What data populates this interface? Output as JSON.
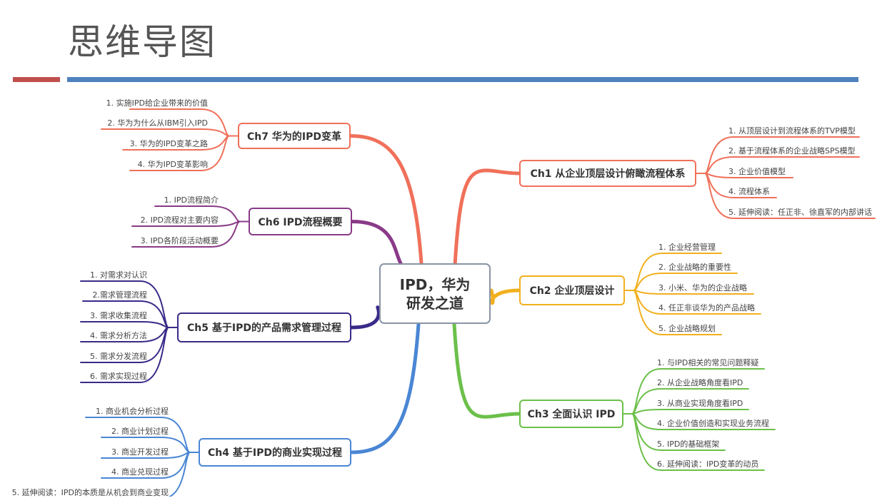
{
  "slide": {
    "title": "思维导图"
  },
  "mindmap": {
    "root": {
      "line1": "IPD，华为",
      "line2": "研发之道",
      "border_color": "#8a94a6"
    },
    "branches": {
      "ch1": {
        "label": "Ch1 从企业顶层设计俯瞰流程体系",
        "color": "#f0705a",
        "items": [
          "1. 从顶层设计到流程体系的TVP模型",
          "2. 基于流程体系的企业战略SPS模型",
          "3. 企业价值模型",
          "4. 流程体系",
          "5. 延伸阅读：任正非、徐直军的内部讲话"
        ]
      },
      "ch2": {
        "label": "Ch2 企业顶层设计",
        "color": "#f2b01e",
        "items": [
          "1. 企业经营管理",
          "2. 企业战略的重要性",
          "3. 小米、华为的企业战略",
          "4. 任正非谈华为的产品战略",
          "5. 企业战略规划"
        ]
      },
      "ch3": {
        "label": "Ch3 全面认识 IPD",
        "color": "#6cc04a",
        "items": [
          "1. 与IPD相关的常见问题释疑",
          "2. 从企业战略角度看IPD",
          "3. 从商业实现角度看IPD",
          "4. 企业价值创造和实现业务流程",
          "5. IPD的基础框架",
          "6. 延伸阅读：IPD变革的动员"
        ]
      },
      "ch4": {
        "label": "Ch4 基于IPD的商业实现过程",
        "color": "#4a86d4",
        "items": [
          "1. 商业机会分析过程",
          "2. 商业计划过程",
          "3. 商业开发过程",
          "4. 商业兑现过程",
          "5. 延伸阅读：IPD的本质是从机会到商业变现"
        ]
      },
      "ch5": {
        "label": "Ch5 基于IPD的产品需求管理过程",
        "color": "#3a2a88",
        "items": [
          "1. 对需求对认识",
          "2.需求管理流程",
          "3. 需求收集流程",
          "4. 需求分析方法",
          "5. 需求分发流程",
          "6. 需求实现过程"
        ]
      },
      "ch6": {
        "label": "Ch6 IPD流程概要",
        "color": "#8a3a88",
        "items": [
          "1. IPD流程简介",
          "2. IPD流程对主要内容",
          "3. IPD各阶段活动概要"
        ]
      },
      "ch7": {
        "label": "Ch7 华为的IPD变革",
        "color": "#f0705a",
        "items": [
          "1. 实施IPD给企业带来的价值",
          "2. 华为为什么从IBM引入IPD",
          "3. 华为的IPD变革之路",
          "4. 华为IPD变革影响"
        ]
      }
    }
  },
  "colors": {
    "accent_red": "#c0504d",
    "accent_blue": "#4f81bd",
    "title_text": "#555555"
  }
}
